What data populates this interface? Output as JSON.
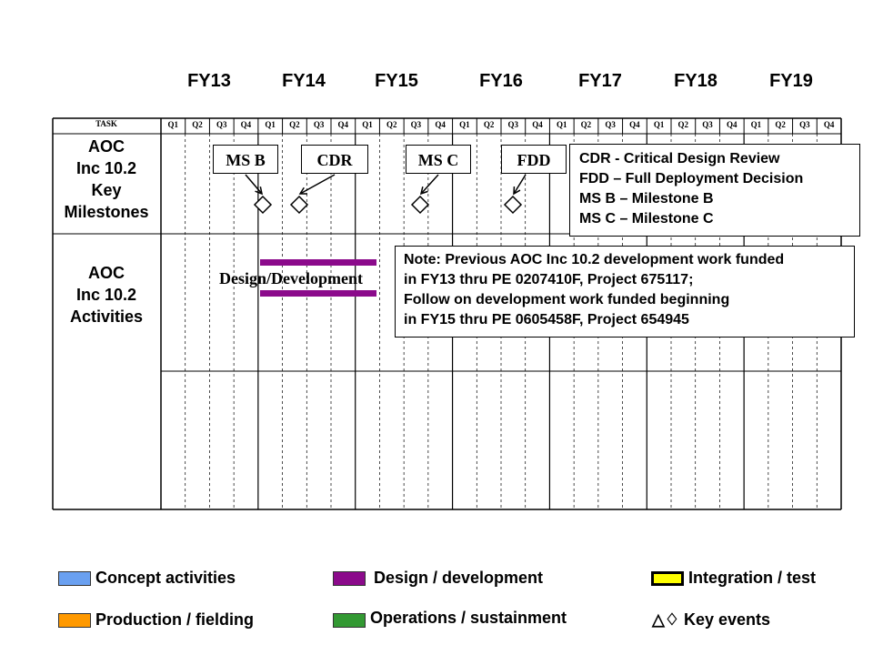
{
  "fiscal_years": [
    "FY13",
    "FY14",
    "FY15",
    "FY16",
    "FY17",
    "FY18",
    "FY19"
  ],
  "quarters": [
    "Q1",
    "Q2",
    "Q3",
    "Q4"
  ],
  "task_header": "TASK",
  "rows": {
    "milestones": [
      "AOC",
      "Inc 10.2",
      "Key",
      "Milestones"
    ],
    "activities": [
      "AOC",
      "Inc 10.2",
      "Activities"
    ]
  },
  "milestones": [
    {
      "label": "MS B"
    },
    {
      "label": "CDR"
    },
    {
      "label": "MS C"
    },
    {
      "label": "FDD"
    }
  ],
  "abbreviations": [
    "CDR - Critical Design Review",
    "FDD – Full Deployment Decision",
    "MS B – Milestone B",
    "MS C – Milestone C"
  ],
  "note": [
    "Note: Previous AOC Inc 10.2 development work funded",
    "in FY13 thru PE 0207410F, Project 675117;",
    "Follow on development work funded beginning",
    "in FY15 thru PE 0605458F, Project 654945"
  ],
  "activity_bar": {
    "label": "Design/Development",
    "color": "#8b0a8b"
  },
  "legend": {
    "concept": {
      "label": "Concept activities",
      "color": "#6aa0f0"
    },
    "design": {
      "label": "Design / development",
      "color": "#8b0a8b"
    },
    "integration": {
      "label": "Integration / test",
      "color": "#ffff00"
    },
    "production": {
      "label": "Production / fielding",
      "color": "#ff9900"
    },
    "operations": {
      "label": "Operations / sustainment",
      "color": "#339933"
    },
    "key_events": {
      "label": "Key events",
      "symbol": "△♢"
    }
  }
}
